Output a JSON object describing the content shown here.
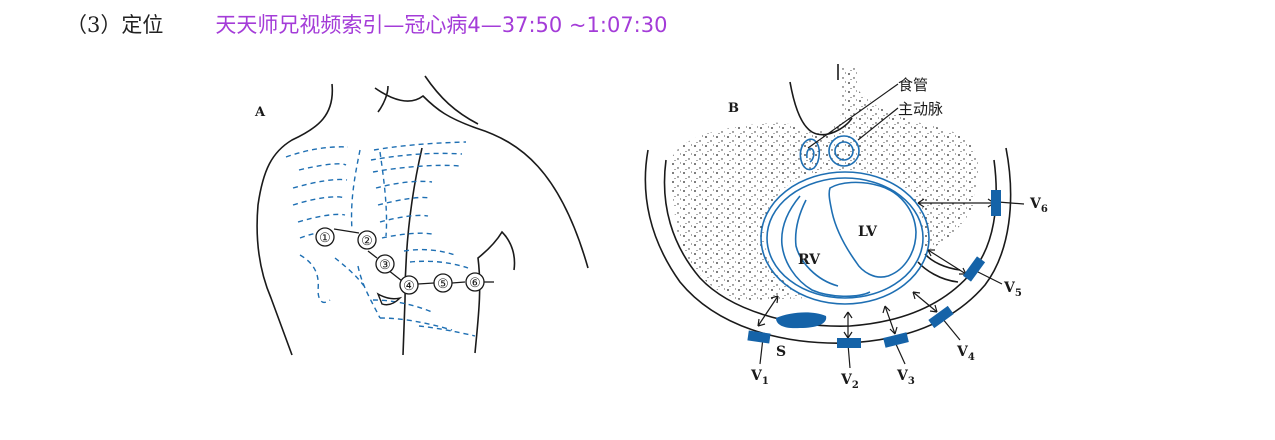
{
  "header": {
    "section_label": "（3）定位",
    "video_link": "天天师兄视频索引—冠心病4—37:50 ~1:07:30",
    "link_color": "#a43cd8"
  },
  "figure_a": {
    "panel_label": "A",
    "electrodes": [
      "①",
      "②",
      "③",
      "④",
      "⑤",
      "⑥"
    ]
  },
  "figure_b": {
    "panel_label": "B",
    "esophagus": "食管",
    "aorta": "主动脉",
    "rv": "RV",
    "lv": "LV",
    "sternum": "S",
    "leads": [
      {
        "name": "V",
        "sub": "1"
      },
      {
        "name": "V",
        "sub": "2"
      },
      {
        "name": "V",
        "sub": "3"
      },
      {
        "name": "V",
        "sub": "4"
      },
      {
        "name": "V",
        "sub": "5"
      },
      {
        "name": "V",
        "sub": "6"
      }
    ]
  },
  "colors": {
    "ink": "#1a1a1a",
    "heart_blue": "#1e6fb3",
    "electrode_blue": "#1563a8"
  }
}
